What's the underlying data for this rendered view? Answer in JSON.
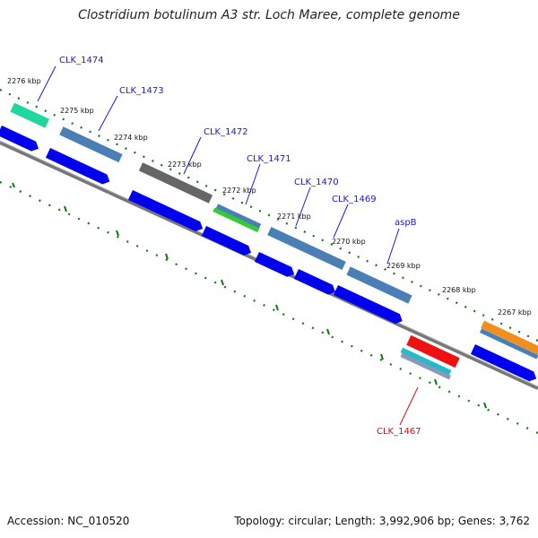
{
  "title": "Clostridium botulinum A3 str. Loch Maree, complete genome",
  "footer": {
    "accession": "Accession: NC_010520",
    "summary": "Topology: circular; Length: 3,992,906 bp; Genes: 3,762"
  },
  "colors": {
    "background": "#ffffff",
    "backbone": "#777777",
    "tick": "#117711",
    "cds": "#0000ee",
    "label_blue": "#1a1acc",
    "label_red": "#cc1111"
  },
  "ticks": [
    "2276 kbp",
    "2275 kbp",
    "2274 kbp",
    "2273 kbp",
    "2272 kbp",
    "2271 kbp",
    "2270 kbp",
    "2269 kbp",
    "2268 kbp",
    "2267 kbp"
  ],
  "gene_labels": [
    {
      "text": "CLK_1474",
      "color": "blue"
    },
    {
      "text": "CLK_1473",
      "color": "blue"
    },
    {
      "text": "CLK_1472",
      "color": "blue"
    },
    {
      "text": "CLK_1471",
      "color": "blue"
    },
    {
      "text": "CLK_1470",
      "color": "blue"
    },
    {
      "text": "CLK_1469",
      "color": "blue"
    },
    {
      "text": "aspB",
      "color": "blue"
    },
    {
      "text": "CLK_1467",
      "color": "red"
    }
  ]
}
